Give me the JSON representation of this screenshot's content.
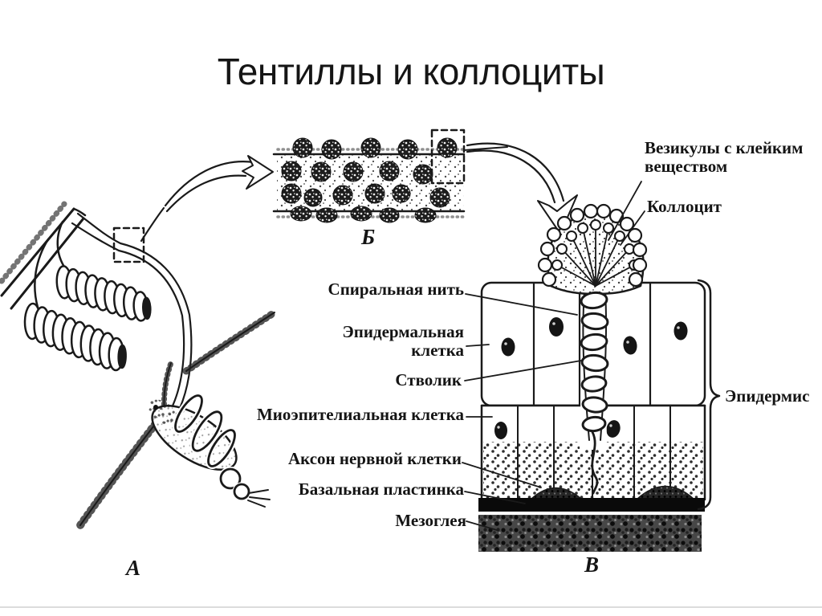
{
  "slide": {
    "title": "Тентиллы и коллоциты",
    "ink_color": "#1a1a1a",
    "background_color": "#ffffff"
  },
  "figure": {
    "parts": {
      "a": "А",
      "b": "Б",
      "v": "В"
    },
    "labels": {
      "vesicles": "Везикулы с клейким веществом",
      "collocyte": "Коллоцит",
      "spiral_thread": "Спиральная нить",
      "epidermal_cell": "Эпидермальная клетка",
      "stalk": "Стволик",
      "myoepithelial_cell": "Миоэпителиальная клетка",
      "axon": "Аксон нервной клетки",
      "basal_lamina": "Базальная пластинка",
      "mesoglea": "Мезоглея",
      "epidermis": "Эпидермис"
    }
  }
}
